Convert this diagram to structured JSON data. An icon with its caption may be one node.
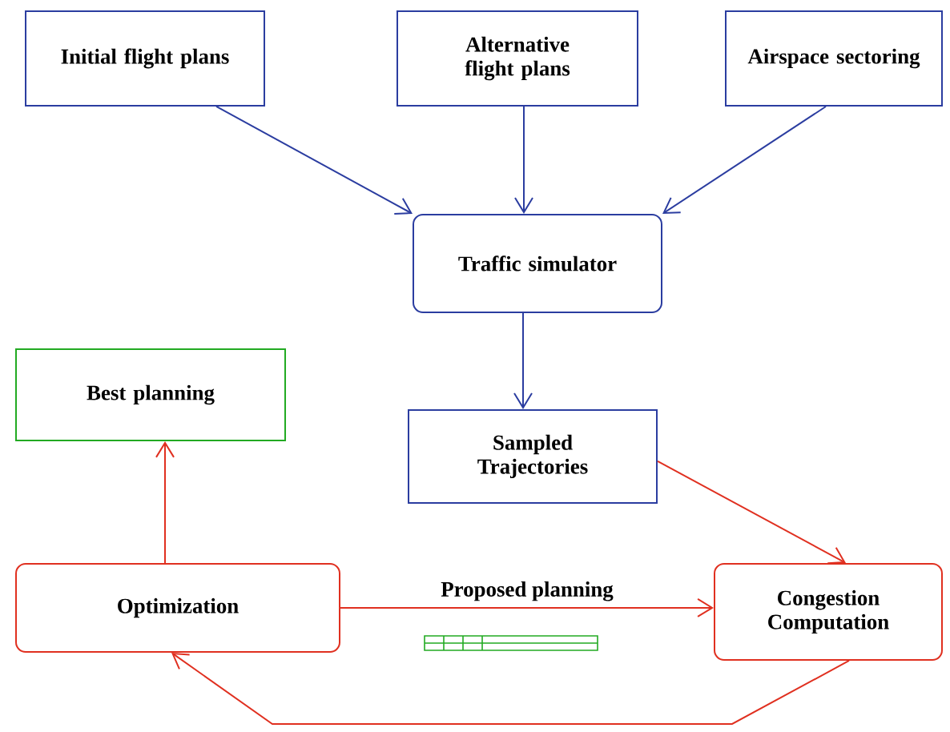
{
  "diagram": {
    "nodes": [
      {
        "text": [
          "Initial flight plans"
        ]
      },
      {
        "text": [
          "Alternative flight plans"
        ]
      },
      {
        "text": [
          "Airspace sectoring"
        ]
      },
      {
        "text": [
          "Traffic simulator"
        ]
      },
      {
        "text": [
          "Best planning"
        ]
      },
      {
        "text": [
          "Sampled Trajectories"
        ]
      },
      {
        "text": [
          "Optimization"
        ]
      },
      {
        "text": [
          "Congestion Computation"
        ]
      }
    ],
    "edges": [
      {
        "from": 0,
        "to": 3,
        "arrow": "to"
      },
      {
        "from": 1,
        "to": 3,
        "arrow": "to"
      },
      {
        "from": 2,
        "to": 3,
        "arrow": "to"
      },
      {
        "from": 3,
        "to": 5,
        "arrow": "to"
      },
      {
        "from": 5,
        "to": 7,
        "arrow": "to",
        "color": "#e03020"
      },
      {
        "from": 6,
        "to": 7,
        "arrow": "to",
        "label": "Proposed planning",
        "color": "#e03020"
      },
      {
        "from": 7,
        "to": 6,
        "arrow": "to",
        "color": "#e03020"
      },
      {
        "from": 6,
        "to": 4,
        "arrow": "to",
        "color": "#e03020"
      }
    ]
  }
}
